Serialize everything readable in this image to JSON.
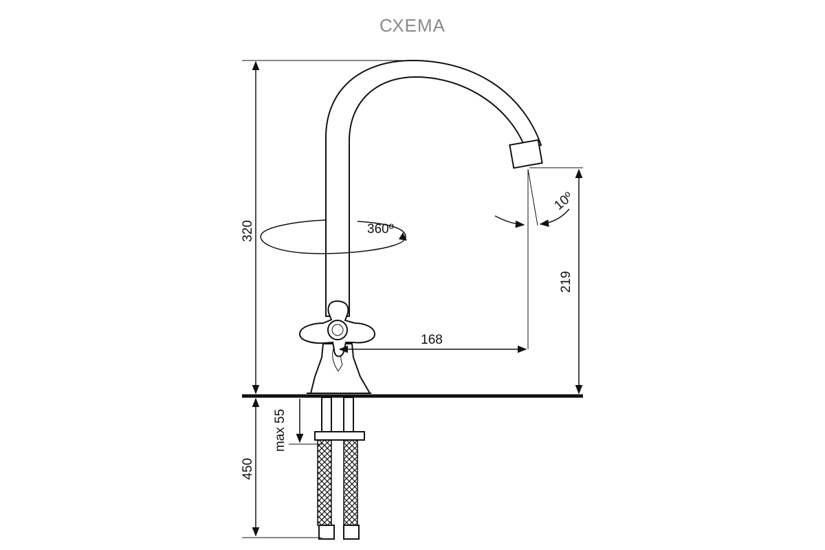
{
  "title": "СХЕМА",
  "dimensions": {
    "total_height": "320",
    "spout_height": "219",
    "spout_reach": "168",
    "rotation": "360º",
    "spout_angle": "10º",
    "mount_thickness": "max 55",
    "hose_length": "450"
  },
  "colors": {
    "title": "#8a8a8a",
    "lines": "#111111"
  }
}
